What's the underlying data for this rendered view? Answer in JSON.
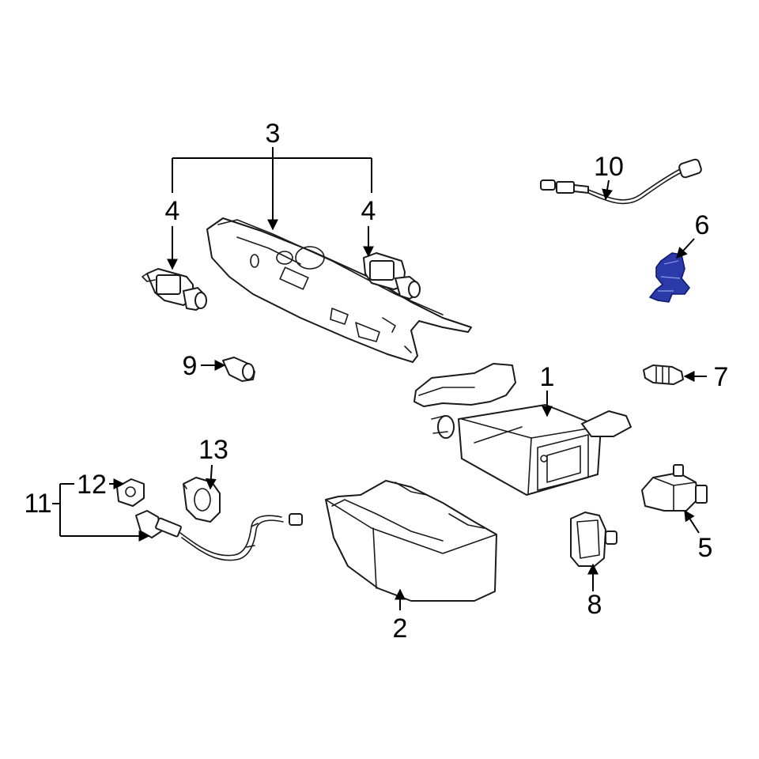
{
  "callouts": {
    "c1": "1",
    "c2": "2",
    "c3": "3",
    "c4a": "4",
    "c4b": "4",
    "c5": "5",
    "c6": "6",
    "c7": "7",
    "c8": "8",
    "c9": "9",
    "c10": "10",
    "c11": "11",
    "c12": "12",
    "c13": "13"
  },
  "colors": {
    "line": "#1a1a1a",
    "highlight": "#2a3aa8",
    "background": "#ffffff"
  }
}
